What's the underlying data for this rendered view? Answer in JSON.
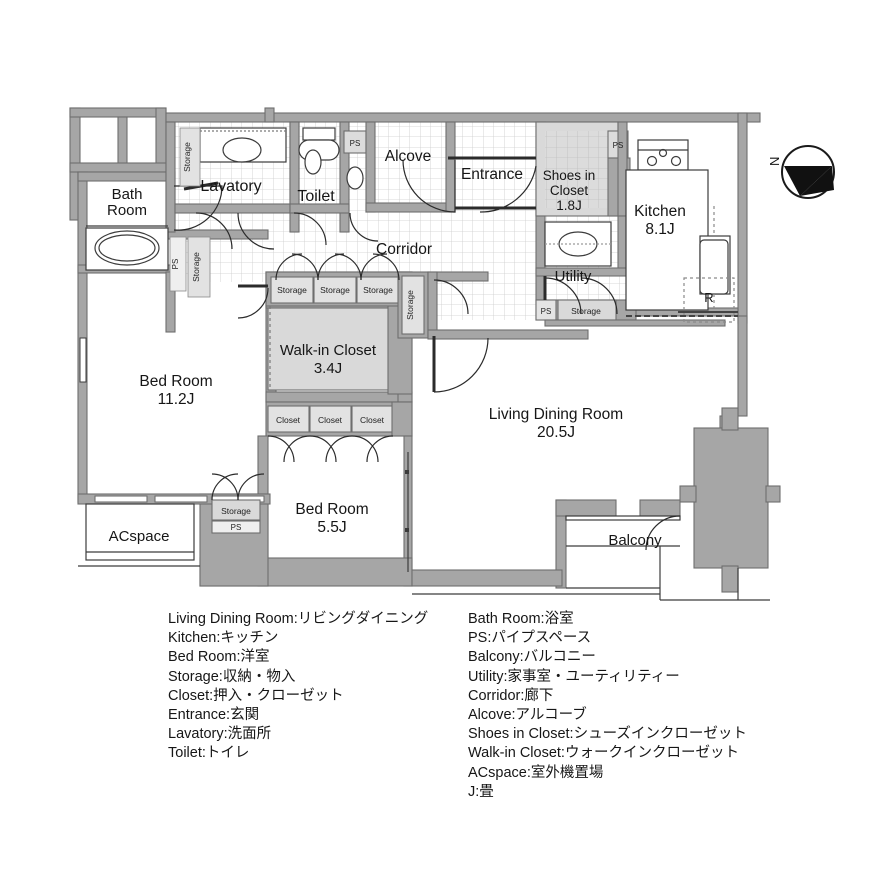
{
  "plan": {
    "title": "apartment-floor-plan",
    "compass": {
      "label": "N",
      "name": "north-arrow"
    },
    "rooms": [
      {
        "id": "bath_room",
        "name": "Bath Room",
        "label": "Bath\nRoom",
        "area": ""
      },
      {
        "id": "lavatory",
        "name": "Lavatory",
        "label": "Lavatory",
        "area": ""
      },
      {
        "id": "toilet",
        "name": "Toilet",
        "label": "Toilet",
        "area": ""
      },
      {
        "id": "alcove",
        "name": "Alcove",
        "label": "Alcove",
        "area": ""
      },
      {
        "id": "entrance",
        "name": "Entrance",
        "label": "Entrance",
        "area": ""
      },
      {
        "id": "shoes_in_closet",
        "name": "Shoes in Closet",
        "label": "Shoes in\nCloset",
        "area": "1.8J"
      },
      {
        "id": "kitchen",
        "name": "Kitchen",
        "label": "Kitchen",
        "area": "8.1J"
      },
      {
        "id": "corridor",
        "name": "Corridor",
        "label": "Corridor",
        "area": ""
      },
      {
        "id": "utility",
        "name": "Utility",
        "label": "Utility",
        "area": ""
      },
      {
        "id": "walk_in_closet",
        "name": "Walk-in Closet",
        "label": "Walk-in Closet",
        "area": "3.4J"
      },
      {
        "id": "bed_room_1",
        "name": "Bed Room",
        "label": "Bed Room",
        "area": "11.2J"
      },
      {
        "id": "bed_room_2",
        "name": "Bed Room",
        "label": "Bed Room",
        "area": "5.5J"
      },
      {
        "id": "living_dining",
        "name": "Living Dining Room",
        "label": "Living Dining Room",
        "area": "20.5J"
      },
      {
        "id": "balcony",
        "name": "Balcony",
        "label": "Balcony",
        "area": ""
      },
      {
        "id": "acspace",
        "name": "ACspace",
        "label": "ACspace",
        "area": ""
      }
    ],
    "labels": {
      "bath_room_l1": "Bath",
      "bath_room_l2": "Room",
      "lavatory": "Lavatory",
      "toilet": "Toilet",
      "alcove": "Alcove",
      "entrance": "Entrance",
      "shoes_l1": "Shoes in",
      "shoes_l2": "Closet",
      "shoes_area": "1.8J",
      "kitchen": "Kitchen",
      "kitchen_area": "8.1J",
      "corridor": "Corridor",
      "utility": "Utility",
      "wic": "Walk-in Closet",
      "wic_area": "3.4J",
      "bed1": "Bed Room",
      "bed1_area": "11.2J",
      "bed2": "Bed Room",
      "bed2_area": "5.5J",
      "ldr": "Living Dining Room",
      "ldr_area": "20.5J",
      "balcony": "Balcony",
      "acspace": "ACspace",
      "refrigerator": "R"
    },
    "storage_labels": {
      "s_lav_top": "Storage",
      "s_ps_left": "PS",
      "s_vert_left": "Storage",
      "s_corr_1": "Storage",
      "s_corr_2": "Storage",
      "s_corr_3": "Storage",
      "s_corr_vert": "Storage",
      "s_closet_1": "Closet",
      "s_closet_2": "Closet",
      "s_closet_3": "Closet",
      "s_bed2_storage": "Storage",
      "s_bed2_ps": "PS",
      "s_ps_toilet": "PS",
      "s_ps_kitchen": "PS",
      "s_ps_utility": "PS",
      "s_utility_storage": "Storage"
    },
    "colors": {
      "wall": "#a6a6a6",
      "wall_stroke": "#6e6e6e",
      "room_fill": "#ffffff",
      "closet_fill": "#d9d9d9",
      "tile_line": "#c9c9c9",
      "text": "#161616",
      "shaft": "#a6a6a6"
    }
  },
  "legend": {
    "left_column": [
      "Living Dining Room:リビングダイニング",
      "Kitchen:キッチン",
      "Bed Room:洋室",
      "Storage:収納・物入",
      "Closet:押入・クローゼット",
      "Entrance:玄関",
      "Lavatory:洗面所",
      "Toilet:トイレ"
    ],
    "right_column": [
      "Bath Room:浴室",
      "PS:パイプスペース",
      "Balcony:バルコニー",
      "Utility:家事室・ユーティリティー",
      "Corridor:廊下",
      "Alcove:アルコーブ",
      "Shoes in Closet:シューズインクローゼット",
      "Walk-in Closet:ウォークインクローゼット",
      "ACspace:室外機置場",
      "J:畳"
    ]
  }
}
